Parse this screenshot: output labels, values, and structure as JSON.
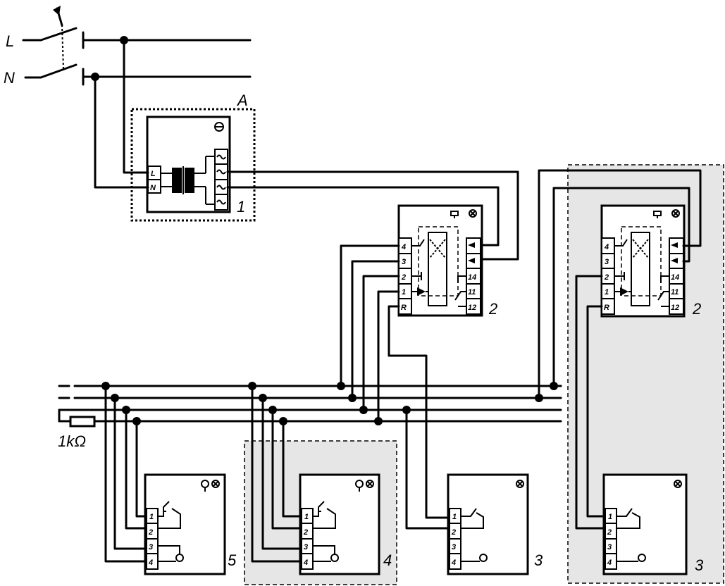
{
  "supply": {
    "line_label": "L",
    "neutral_label": "N"
  },
  "unit_a": {
    "group_label": "A",
    "number": "1",
    "terminals": [
      "L",
      "N"
    ]
  },
  "module_left": {
    "number": "2",
    "left_terminals": [
      "4",
      "3",
      "2",
      "1",
      "R"
    ],
    "right_terminals": [
      "",
      "",
      "14",
      "11",
      "12"
    ]
  },
  "module_right": {
    "number": "2",
    "left_terminals": [
      "4",
      "3",
      "2",
      "1",
      "R"
    ],
    "right_terminals": [
      "",
      "",
      "14",
      "11",
      "12"
    ]
  },
  "resistor": {
    "label": "1kΩ"
  },
  "stations": [
    {
      "number": "5",
      "terminals": [
        "1",
        "2",
        "3",
        "4"
      ]
    },
    {
      "number": "4",
      "terminals": [
        "1",
        "2",
        "3",
        "4"
      ]
    },
    {
      "number": "3",
      "terminals": [
        "1",
        "2",
        "3",
        "4"
      ]
    },
    {
      "number": "3",
      "terminals": [
        "1",
        "2",
        "3",
        "4"
      ]
    }
  ]
}
